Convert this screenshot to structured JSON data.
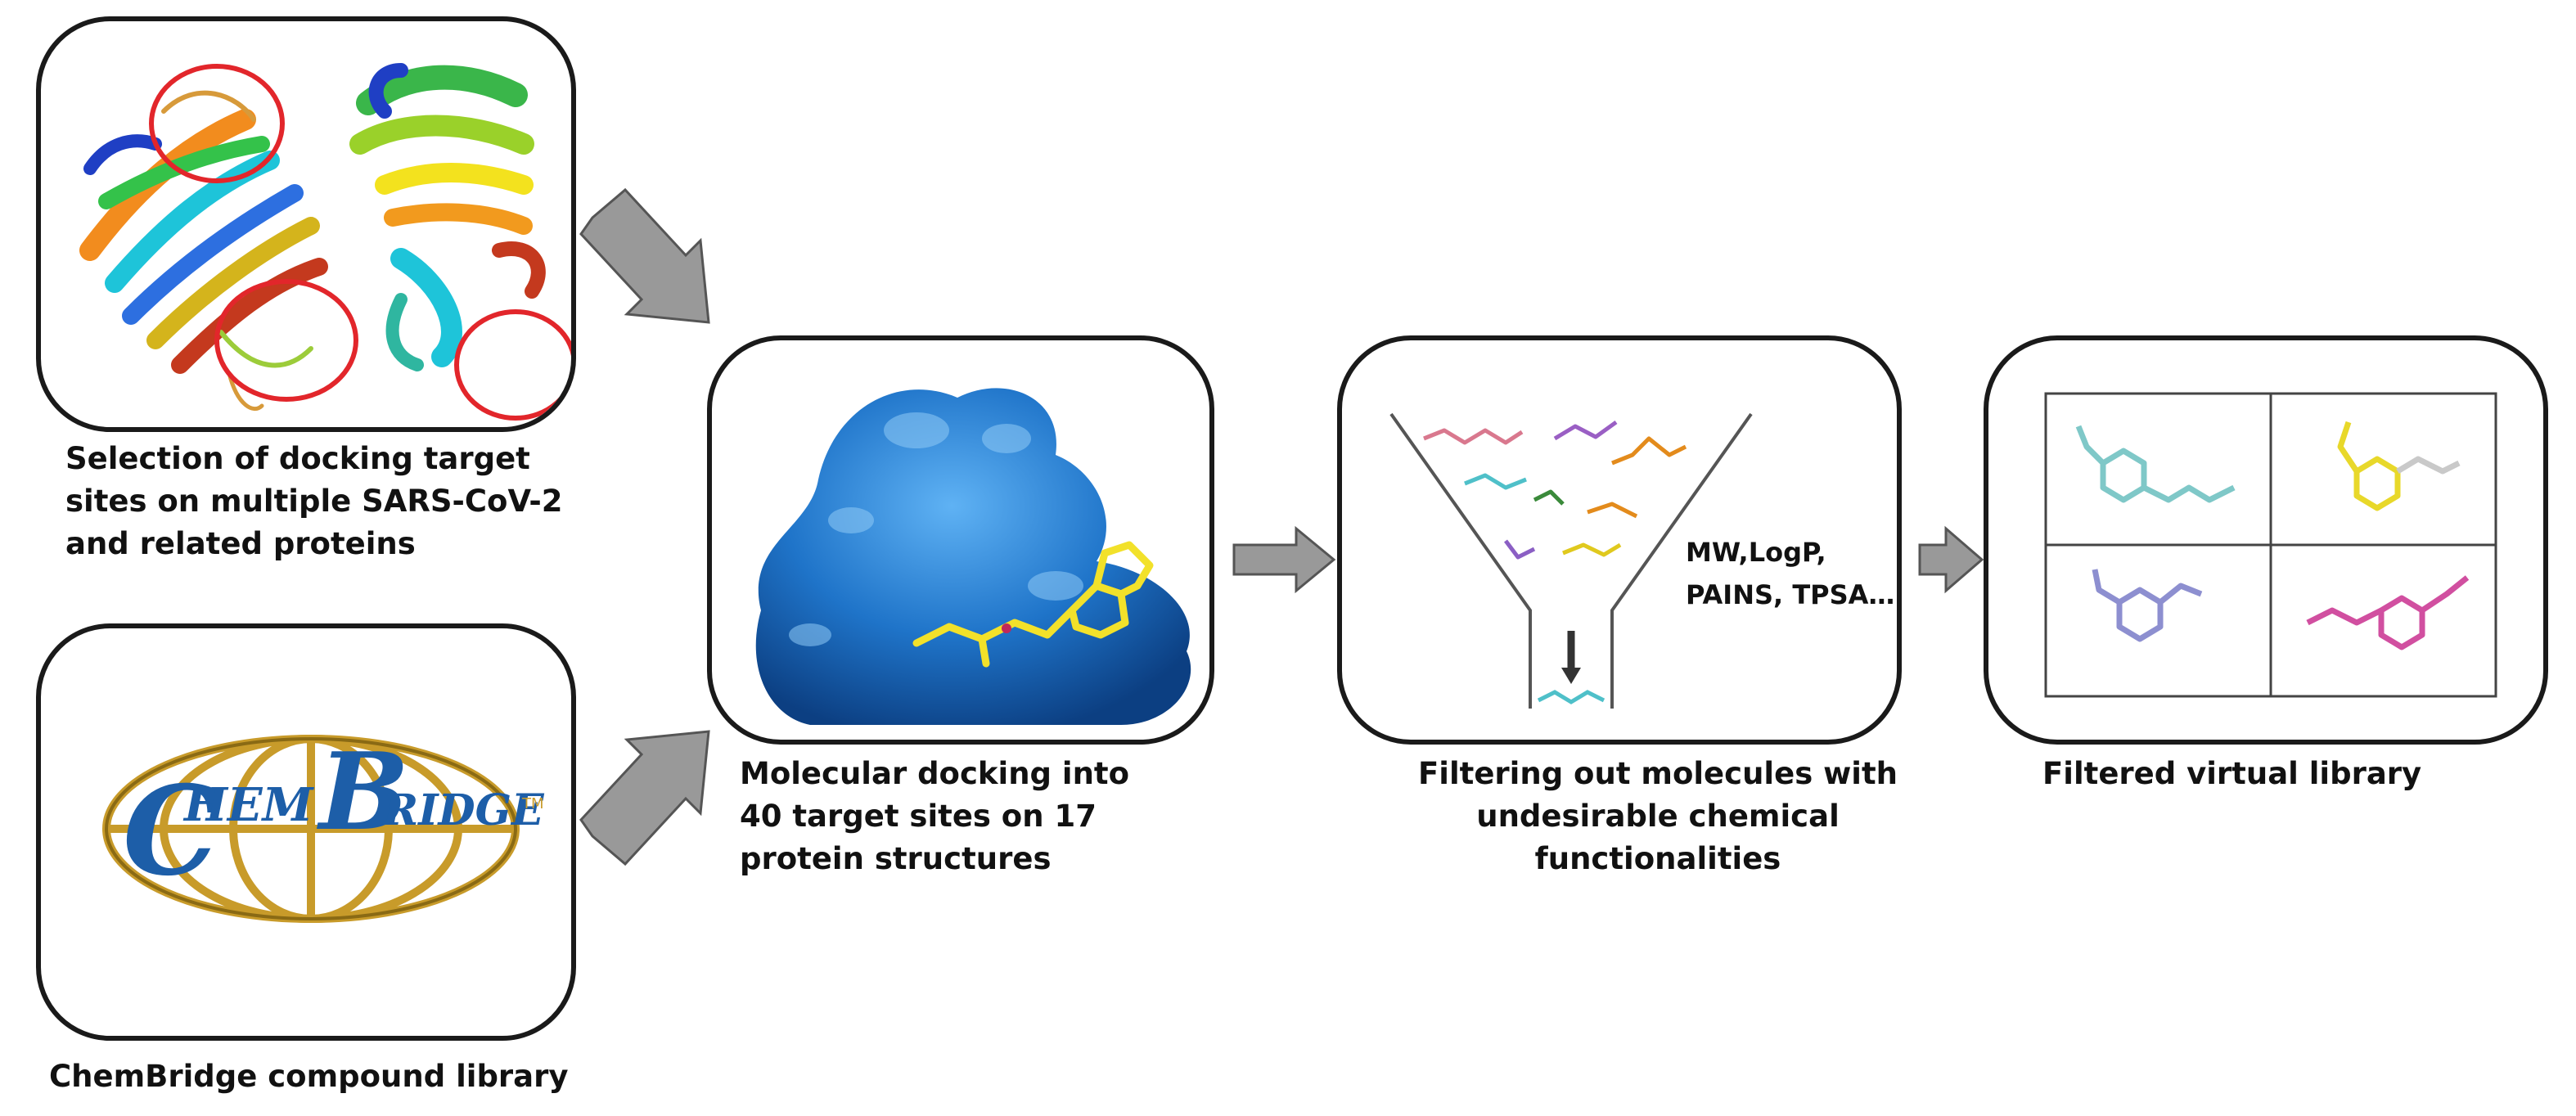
{
  "steps": [
    {
      "id": "target-selection",
      "caption": "Selection of docking target\nsites on multiple SARS-CoV-2\nand related proteins"
    },
    {
      "id": "compound-library",
      "caption": "ChemBridge compound library",
      "logo": {
        "letters_large": [
          "C",
          "B"
        ],
        "letters_small": [
          "HEM",
          "RIDGE"
        ],
        "tm": "TM"
      }
    },
    {
      "id": "docking",
      "caption": "Molecular docking into\n40 target sites on 17\nprotein structures"
    },
    {
      "id": "filtering",
      "caption": "Filtering out molecules with\nundesirable chemical\nfunctionalities",
      "filter_label": "MW,LogP,\nPAINS, TPSA…"
    },
    {
      "id": "filtered-library",
      "caption": "Filtered virtual library"
    }
  ],
  "colors": {
    "border": "#1a1a1a",
    "arrow_fill": "#999999",
    "arrow_stroke": "#555555",
    "protein_surface": "#1f74c9",
    "ligand": "#f2e12a",
    "highlight_circle": "#e2262b",
    "logo_gold": "#c89b2a",
    "logo_blue": "#1d5ea8"
  },
  "icons": [
    "protein-ribbon-icon",
    "chembridge-logo-icon",
    "protein-surface-icon",
    "funnel-icon",
    "molecule-grid-icon",
    "flow-arrow-icon"
  ]
}
